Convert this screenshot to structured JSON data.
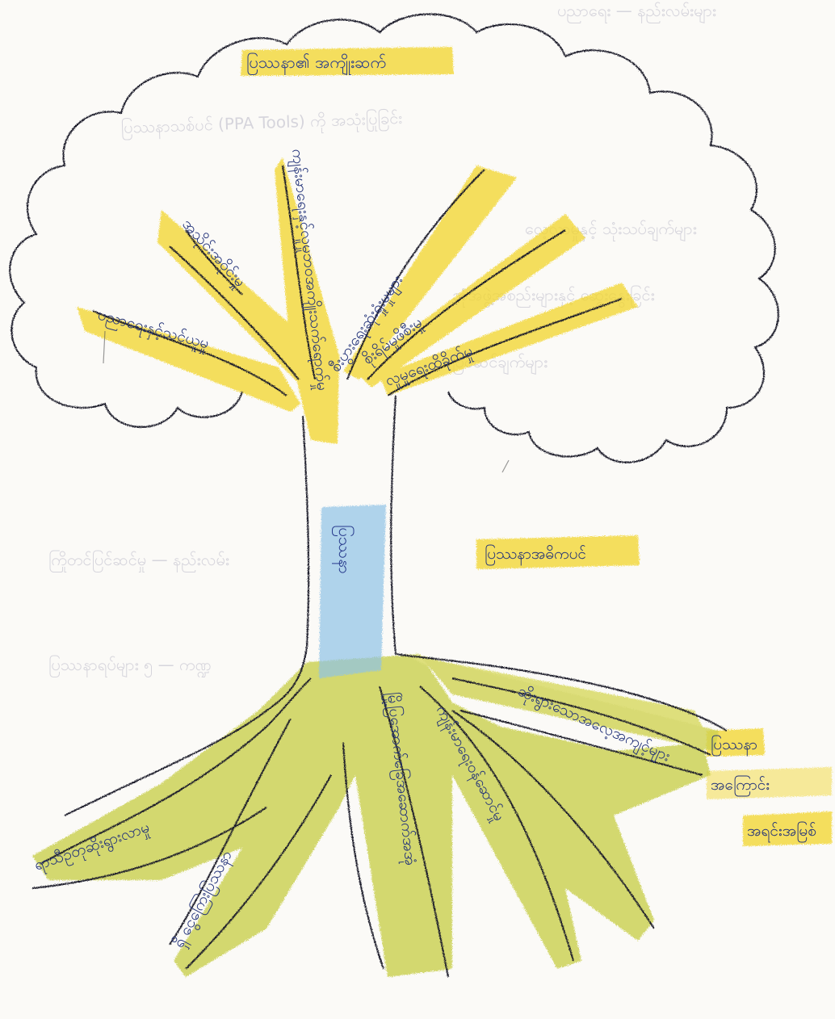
{
  "canopy_title": "ပြဿနာ၏ အကျိုးဆက်",
  "trunk_text": "ပြဿနာ",
  "trunk_side_label": "ပြဿနာအဓိကပင်",
  "roots_side_label_lines": [
    "ပြဿနာ",
    "အကြောင်း",
    "အရင်းအမြစ်"
  ],
  "branch_labels": [
    "ပညာရေးနှင့်သင်ယူမှု",
    "အသိုင်းအဝိုင်းမှု",
    "ကျန်းမာရေးနှင့်လူမှုဘဝအကျိုးသက်ရောက်မှု",
    "စီးပွားရေးဆုံးရှုံးမှုများ",
    "စိုးရိမ်မှုဖိစီးမှု",
    "လူမှုရေးထိခိုက်မှု"
  ],
  "root_labels": [
    "ရာသီဥတုဆိုးရွားလာမှု",
    "ရှိ ငွေကြေးပြဿနာ",
    "မြို့ပြအောက်ခြေအဆောက်အအုံ",
    "ကျန်းမာရေးဝန်ဆောင်မှု",
    "ဆိုးရွားသောအလေ့အကျင့်များ"
  ],
  "ghost_lines": [
    "ပညာရေး — နည်းလမ်းများ",
    "ပြဿနာသစ်ပင် (PPA Tools) ကို အသုံးပြုခြင်း",
    "လေ့လာမှုနှင့် သုံးသပ်ချက်များ",
    "ဘုံအဖွဲ့အစည်းများနှင့် ဆွေးနွေးခြင်း",
    "ပြင်ဆင်ချက်များ",
    "ကြိုတင်ပြင်ဆင်မှု — နည်းလမ်း",
    "ပြဿနာရပ်များ ၅ — ကဏ္ဍ"
  ],
  "colors": {
    "ink": "#1b1b2a",
    "writing": "#273a8c",
    "yellow_highlight": "#f2d52a",
    "root_green": "#c9cf4a",
    "trunk_blue": "#8fc3e6"
  }
}
